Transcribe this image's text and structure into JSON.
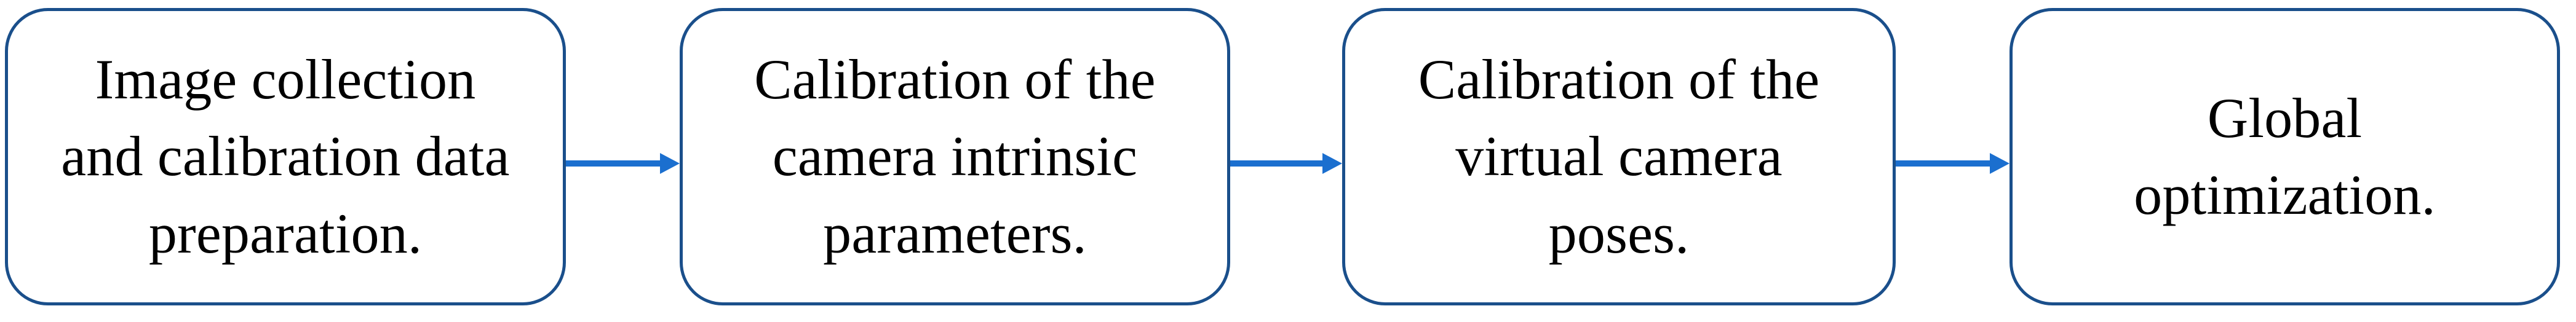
{
  "diagram": {
    "type": "flowchart",
    "orientation": "left-to-right",
    "colors": {
      "box_border": "#1A4F8B",
      "box_fill": "#FFFFFF",
      "arrow": "#1B6FCF",
      "text": "#000000",
      "background": "#FFFFFF"
    },
    "nodes": [
      {
        "id": "step-1",
        "label": "Image collection\nand calibration data\npreparation.",
        "shape": "rounded-rectangle"
      },
      {
        "id": "step-2",
        "label": "Calibration of the\ncamera intrinsic\nparameters.",
        "shape": "rounded-rectangle"
      },
      {
        "id": "step-3",
        "label": "Calibration of the\nvirtual camera\nposes.",
        "shape": "rounded-rectangle"
      },
      {
        "id": "step-4",
        "label": "Global\noptimization.",
        "shape": "rounded-rectangle"
      }
    ],
    "edges": [
      {
        "id": "edge-1",
        "from": "step-1",
        "to": "step-2",
        "style": "solid-arrow",
        "label": ""
      },
      {
        "id": "edge-2",
        "from": "step-2",
        "to": "step-3",
        "style": "solid-arrow",
        "label": ""
      },
      {
        "id": "edge-3",
        "from": "step-3",
        "to": "step-4",
        "style": "solid-arrow",
        "label": ""
      }
    ]
  }
}
